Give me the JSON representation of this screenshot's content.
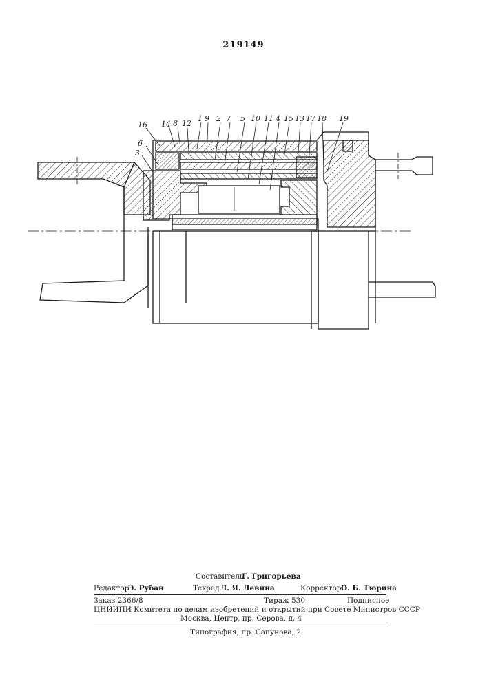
{
  "patent_number": "219149",
  "labels": [
    "16",
    "14",
    "8",
    "12",
    "1",
    "9",
    "2",
    "7",
    "5",
    "10",
    "11",
    "4",
    "15",
    "13",
    "17",
    "18",
    "19",
    "6",
    "3"
  ],
  "footer": {
    "composer_label": "Составитель",
    "composer_name": "Г. Григорьева",
    "editor_label": "Редактор",
    "editor_name": "Э. Рубан",
    "techred_label": "Техред",
    "techred_name": "Л. Я. Левина",
    "corrector_label": "Корректор",
    "corrector_name": "О. Б. Тюрина",
    "order": "Заказ 2366/8",
    "circulation": "Тираж 530",
    "subscription": "Подписное",
    "institute_line": "ЦНИИПИ Комитета по делам изобретений и открытий при Совете Министров СССР",
    "address": "Москва, Центр, пр. Серова, д. 4",
    "printing_house": "Типография, пр. Сапунова, 2"
  }
}
